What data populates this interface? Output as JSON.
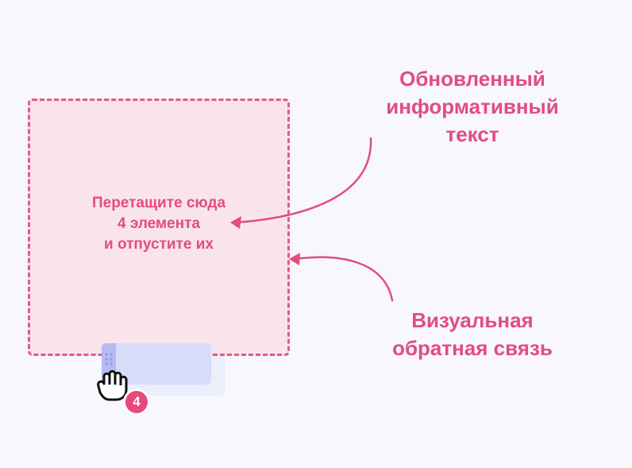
{
  "dropzone": {
    "lines": [
      "Перетащите сюда",
      "4 элемента",
      "и отпустите их"
    ]
  },
  "callouts": {
    "updated_text": [
      "Обновленный",
      "информативный",
      "текст"
    ],
    "visual_feedback": [
      "Визуальная",
      "обратная связь"
    ]
  },
  "drag": {
    "count": "4"
  },
  "colors": {
    "accent": "#e24d7d",
    "dropzone_fill": "#f9e4ec",
    "card": "#d7dcfa",
    "background": "#f8f7fd"
  },
  "icons": [
    "grab-hand-icon",
    "arrow-icon"
  ]
}
